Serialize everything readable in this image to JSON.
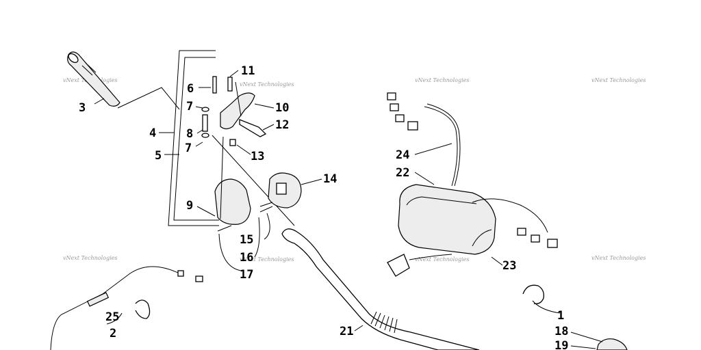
{
  "watermark": "vNext Technologies",
  "callouts": [
    {
      "id": "c1",
      "label": "1"
    },
    {
      "id": "c2",
      "label": "2"
    },
    {
      "id": "c3",
      "label": "3"
    },
    {
      "id": "c4",
      "label": "4"
    },
    {
      "id": "c5",
      "label": "5"
    },
    {
      "id": "c6",
      "label": "6"
    },
    {
      "id": "c7a",
      "label": "7"
    },
    {
      "id": "c7b",
      "label": "7"
    },
    {
      "id": "c8",
      "label": "8"
    },
    {
      "id": "c9",
      "label": "9"
    },
    {
      "id": "c10",
      "label": "10"
    },
    {
      "id": "c11",
      "label": "11"
    },
    {
      "id": "c12",
      "label": "12"
    },
    {
      "id": "c13",
      "label": "13"
    },
    {
      "id": "c14",
      "label": "14"
    },
    {
      "id": "c15",
      "label": "15"
    },
    {
      "id": "c16",
      "label": "16"
    },
    {
      "id": "c17",
      "label": "17"
    },
    {
      "id": "c18",
      "label": "18"
    },
    {
      "id": "c19",
      "label": "19"
    },
    {
      "id": "c21",
      "label": "21"
    },
    {
      "id": "c22",
      "label": "22"
    },
    {
      "id": "c23",
      "label": "23"
    },
    {
      "id": "c24",
      "label": "24"
    },
    {
      "id": "c25",
      "label": "25"
    }
  ]
}
